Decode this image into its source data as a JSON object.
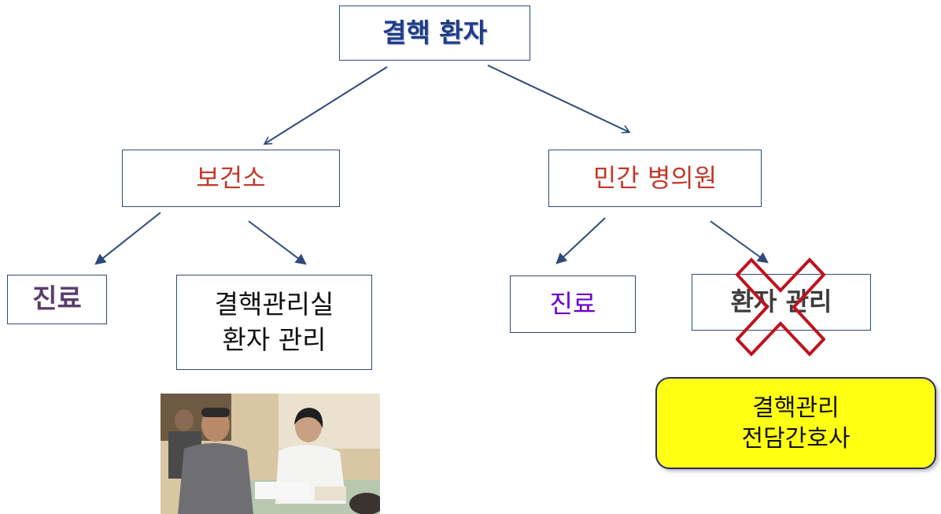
{
  "root": {
    "label": "결핵 환자"
  },
  "branches": {
    "health_center": {
      "label": "보건소",
      "treatment": "진료",
      "management": "결핵관리실\n환자 관리"
    },
    "private_clinic": {
      "label": "민간 병의원",
      "treatment": "진료",
      "management": "환자 관리",
      "management_status": "crossed-out",
      "proposal": "결핵관리\n전담간호사"
    }
  },
  "colors": {
    "arrow": "#2f4a78",
    "cross": "#c0121e",
    "proposal_fill": "#ffff14"
  },
  "icons": {
    "photo": "nurse-consulting-patient-photo",
    "cross": "red-x-mark"
  }
}
